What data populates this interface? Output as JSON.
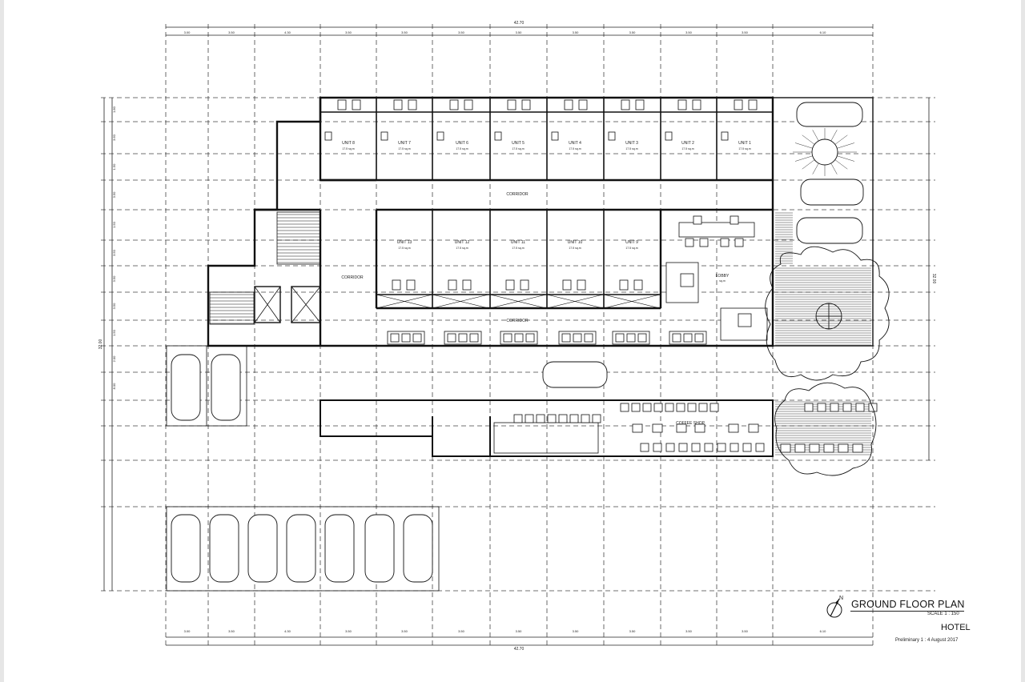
{
  "drawing": {
    "title": "GROUND FLOOR PLAN",
    "scale": "SCALE 1 : 150",
    "subtitle": "HOTEL",
    "preliminary": "Preliminary 1 : 4 August 2017",
    "north_label": "N"
  },
  "units_top": [
    {
      "name": "UNIT 8",
      "area": "17.5 sq.m"
    },
    {
      "name": "UNIT 7",
      "area": "17.5 sq.m"
    },
    {
      "name": "UNIT 6",
      "area": "17.5 sq.m"
    },
    {
      "name": "UNIT 5",
      "area": "17.5 sq.m"
    },
    {
      "name": "UNIT 4",
      "area": "17.5 sq.m"
    },
    {
      "name": "UNIT 3",
      "area": "17.5 sq.m"
    },
    {
      "name": "UNIT 2",
      "area": "17.5 sq.m"
    },
    {
      "name": "UNIT 1",
      "area": "17.5 sq.m"
    }
  ],
  "units_bottom": [
    {
      "name": "UNIT 13",
      "area": "17.5 sq.m"
    },
    {
      "name": "UNIT 12",
      "area": "17.5 sq.m"
    },
    {
      "name": "UNIT 11",
      "area": "17.5 sq.m"
    },
    {
      "name": "UNIT 10",
      "area": "17.5 sq.m"
    },
    {
      "name": "UNIT 9",
      "area": "17.5 sq.m"
    }
  ],
  "rooms": {
    "corridor_upper": "CORRIDOR",
    "corridor_left": "CORRIDOR",
    "corridor_lower": "CORRIDOR",
    "lobby": "LOBBY",
    "lobby_area": "sq.m",
    "coffee_shop": "COFFEE SHOP"
  },
  "dimensions": {
    "overall": "42.70",
    "top_segments": [
      "3.00",
      "3.50",
      "4.30",
      "3.50",
      "3.50",
      "3.50",
      "3.50",
      "3.50",
      "3.50",
      "3.50",
      "3.50",
      "6.10"
    ],
    "bottom_segments": [
      "3.00",
      "3.50",
      "4.30",
      "3.50",
      "3.50",
      "3.50",
      "3.50",
      "3.50",
      "3.50",
      "3.50",
      "3.50",
      "6.10"
    ],
    "left_overall": "32.00",
    "right_overall": "32.00",
    "left_segments": [
      "1.80",
      "3.60",
      "1.50",
      "3.50",
      "1.50",
      "3.50",
      "3.50",
      "3.50",
      "1.50",
      "2.00",
      "8.00"
    ]
  }
}
